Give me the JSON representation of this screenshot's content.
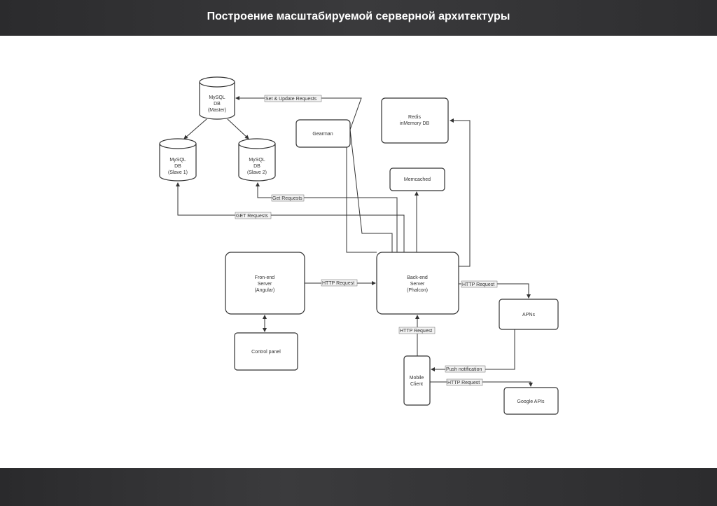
{
  "slide": {
    "title": "Построение масштабируемой серверной архитектуры"
  },
  "nodes": {
    "mysql_master": [
      "MySQL",
      "DB",
      "(Master)"
    ],
    "mysql_slave1": [
      "MySQL",
      "DB",
      "(Slave 1)"
    ],
    "mysql_slave2": [
      "MySQL",
      "DB",
      "(Slave 2)"
    ],
    "gearman": [
      "Gearman"
    ],
    "redis": [
      "Redis",
      "inMemory DB"
    ],
    "memcached": [
      "Memcached"
    ],
    "frontend": [
      "Fron-end",
      "Server",
      "(Angular)"
    ],
    "backend": [
      "Back-end",
      "Server",
      "(Phalcon)"
    ],
    "apns": [
      "APNs"
    ],
    "control_panel": [
      "Control panel"
    ],
    "mobile_client": [
      "Mobile",
      "Client"
    ],
    "google_apis": [
      "Google APIs"
    ]
  },
  "edges": {
    "set_update": "Set & Update Requests",
    "get_slave2": "Get Requests",
    "get_slave1": "GET Requests",
    "front_back": "HTTP Request",
    "back_apns": "HTTP Request",
    "mobile_back": "HTTP Request",
    "apns_mobile": "Push notification",
    "mobile_google": "HTTP Request"
  }
}
